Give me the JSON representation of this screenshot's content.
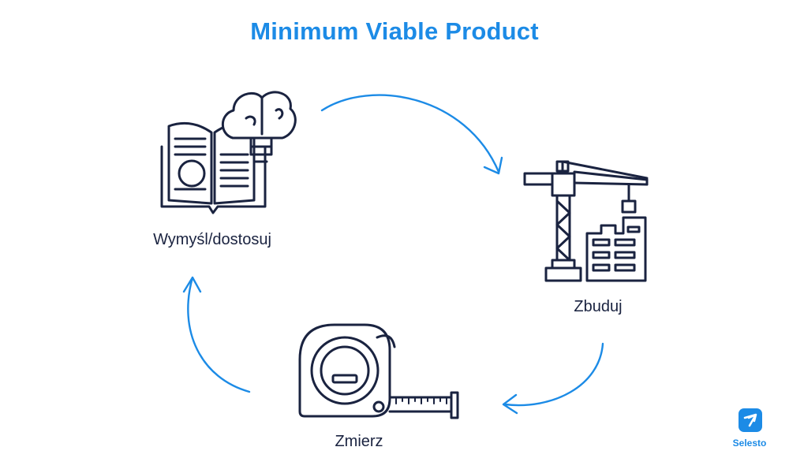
{
  "title": "Minimum Viable Product",
  "steps": [
    {
      "label": "Wymyśl/dostosuj",
      "icon": "book-brain-icon"
    },
    {
      "label": "Zbuduj",
      "icon": "construction-crane-icon"
    },
    {
      "label": "Zmierz",
      "icon": "tape-measure-icon"
    }
  ],
  "brand": {
    "name": "Selesto",
    "icon": "selesto-logo-icon"
  },
  "colors": {
    "accent": "#1c8be6",
    "ink": "#1a2340"
  }
}
